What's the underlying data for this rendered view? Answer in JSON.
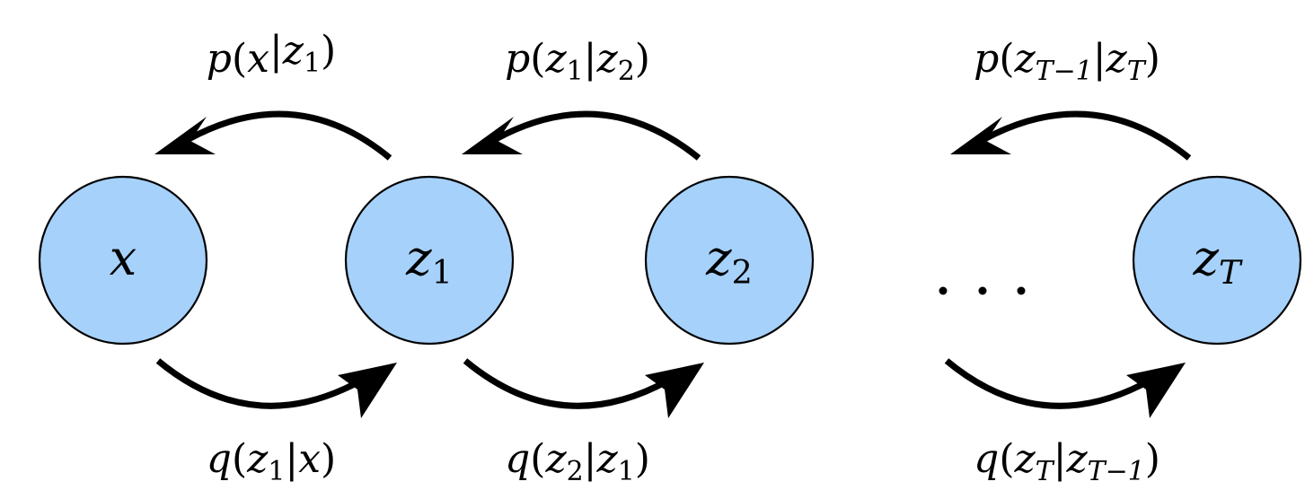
{
  "diagram": {
    "nodes": [
      {
        "id": "x",
        "symbol": "x",
        "subscript": ""
      },
      {
        "id": "z1",
        "symbol": "z",
        "subscript": "1"
      },
      {
        "id": "z2",
        "symbol": "z",
        "subscript": "2"
      },
      {
        "id": "zT",
        "symbol": "z",
        "subscript": "T"
      }
    ],
    "ellipsis": "· · ·",
    "reverse_labels": [
      {
        "fn": "p",
        "a": "x",
        "a_sub": "",
        "b": "z",
        "b_sub": "1"
      },
      {
        "fn": "p",
        "a": "z",
        "a_sub": "1",
        "b": "z",
        "b_sub": "2"
      },
      {
        "fn": "p",
        "a": "z",
        "a_sub": "T−1",
        "b": "z",
        "b_sub": "T"
      }
    ],
    "forward_labels": [
      {
        "fn": "q",
        "a": "z",
        "a_sub": "1",
        "b": "x",
        "b_sub": ""
      },
      {
        "fn": "q",
        "a": "z",
        "a_sub": "2",
        "b": "z",
        "b_sub": "1"
      },
      {
        "fn": "q",
        "a": "z",
        "a_sub": "T",
        "b": "z",
        "b_sub": "T−1"
      }
    ],
    "colors": {
      "node_fill": "#a6d1fb",
      "node_stroke": "#000000",
      "arrow": "#000000"
    }
  }
}
